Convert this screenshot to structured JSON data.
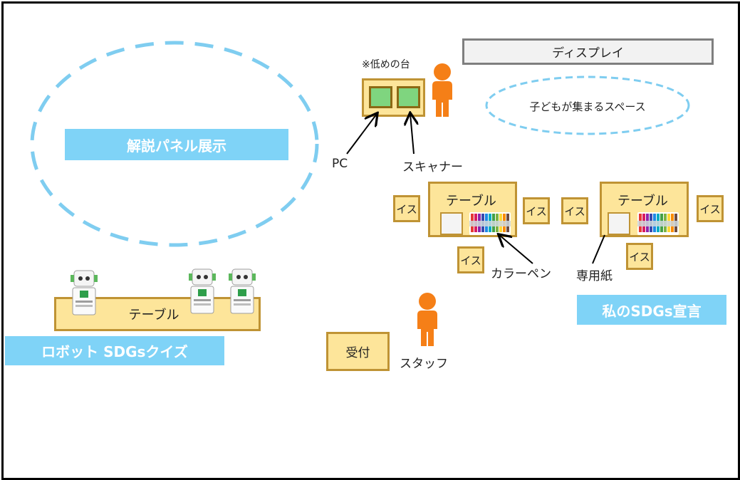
{
  "labels": {
    "display": "ディスプレイ",
    "low_stand": "※低めの台",
    "kids_space": "子どもが集まるスペース",
    "panel_exhibit": "解説パネル展示",
    "pc": "PC",
    "scanner": "スキャナー",
    "table": "テーブル",
    "chair": "イス",
    "color_pen": "カラーペン",
    "paper": "専用紙",
    "sdgs_declaration": "私のSDGs宣言",
    "robot_quiz": "ロボット SDGsクイズ",
    "reception": "受付",
    "staff": "スタッフ"
  },
  "colors": {
    "banner": "#7fd3f7",
    "table_fill": "#fde59a",
    "table_border": "#bf9334",
    "person": "#f57f17",
    "screen": "#7fd57f",
    "dashed_circle": "#7fcdf0"
  },
  "icons": {
    "person": "person-icon",
    "robot": "robot-icon",
    "markers": "color-markers-icon"
  }
}
